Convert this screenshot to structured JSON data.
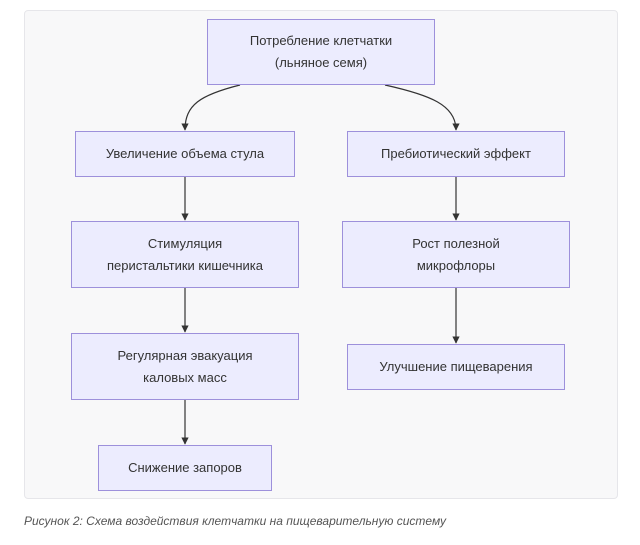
{
  "diagram": {
    "nodes": {
      "fiber": {
        "line1": "Потребление клетчатки",
        "line2": "(льняное семя)"
      },
      "volume": {
        "line1": "Увеличение объема стула"
      },
      "stimulation": {
        "line1": "Стимуляция",
        "line2": "перистальтики кишечника"
      },
      "evacuation": {
        "line1": "Регулярная эвакуация",
        "line2": "каловых масс"
      },
      "constipation": {
        "line1": "Снижение запоров"
      },
      "prebiotic": {
        "line1": "Пребиотический эффект"
      },
      "microflora": {
        "line1": "Рост полезной",
        "line2": "микрофлоры"
      },
      "digestion": {
        "line1": "Улучшение пищеварения"
      }
    },
    "edges": [
      {
        "from": "fiber",
        "to": "volume"
      },
      {
        "from": "fiber",
        "to": "prebiotic"
      },
      {
        "from": "volume",
        "to": "stimulation"
      },
      {
        "from": "stimulation",
        "to": "evacuation"
      },
      {
        "from": "evacuation",
        "to": "constipation"
      },
      {
        "from": "prebiotic",
        "to": "microflora"
      },
      {
        "from": "microflora",
        "to": "digestion"
      }
    ],
    "colors": {
      "node_fill": "#ececfe",
      "node_border": "#9d90db",
      "edge": "#333333",
      "panel": "#f8f8f9"
    }
  },
  "caption": "Рисунок 2: Схема воздействия клетчатки на пищеварительную систему"
}
